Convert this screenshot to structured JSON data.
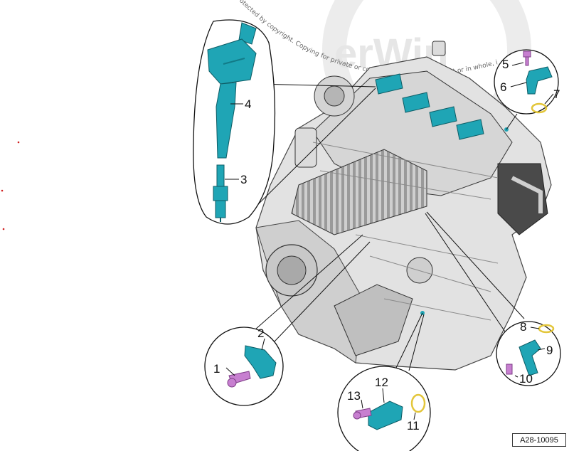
{
  "watermark": {
    "text": "Protected by copyright. Copying for private or commercial purposes, in part or in whole, is not permitted unless authorised by Volkswagen AG. Volkswagen AG does not guarantee or accept any liability with respect to the correctness of information in this document. Copyright by Volkswagen AG.",
    "logo_text": "erWin",
    "color": "#e6e6e6"
  },
  "colors": {
    "component": "#1fa5b5",
    "component_dark": "#127b88",
    "bolt": "#c77fd0",
    "engine_light": "#e2e2e2",
    "engine_mid": "#b9b9b9",
    "engine_dark": "#555555",
    "line": "#111111",
    "ring": "#e3c63a"
  },
  "callouts": {
    "c1": "1",
    "c2": "2",
    "c3": "3",
    "c4": "4",
    "c5": "5",
    "c6": "6",
    "c7": "7",
    "c8": "8",
    "c9": "9",
    "c10": "10",
    "c11": "11",
    "c12": "12",
    "c13": "13"
  },
  "reference_code": "A28-10095",
  "icons": [
    "ignition-coil-icon",
    "spark-plug-icon",
    "sensor-icon",
    "bolt-icon",
    "o-ring-icon"
  ]
}
